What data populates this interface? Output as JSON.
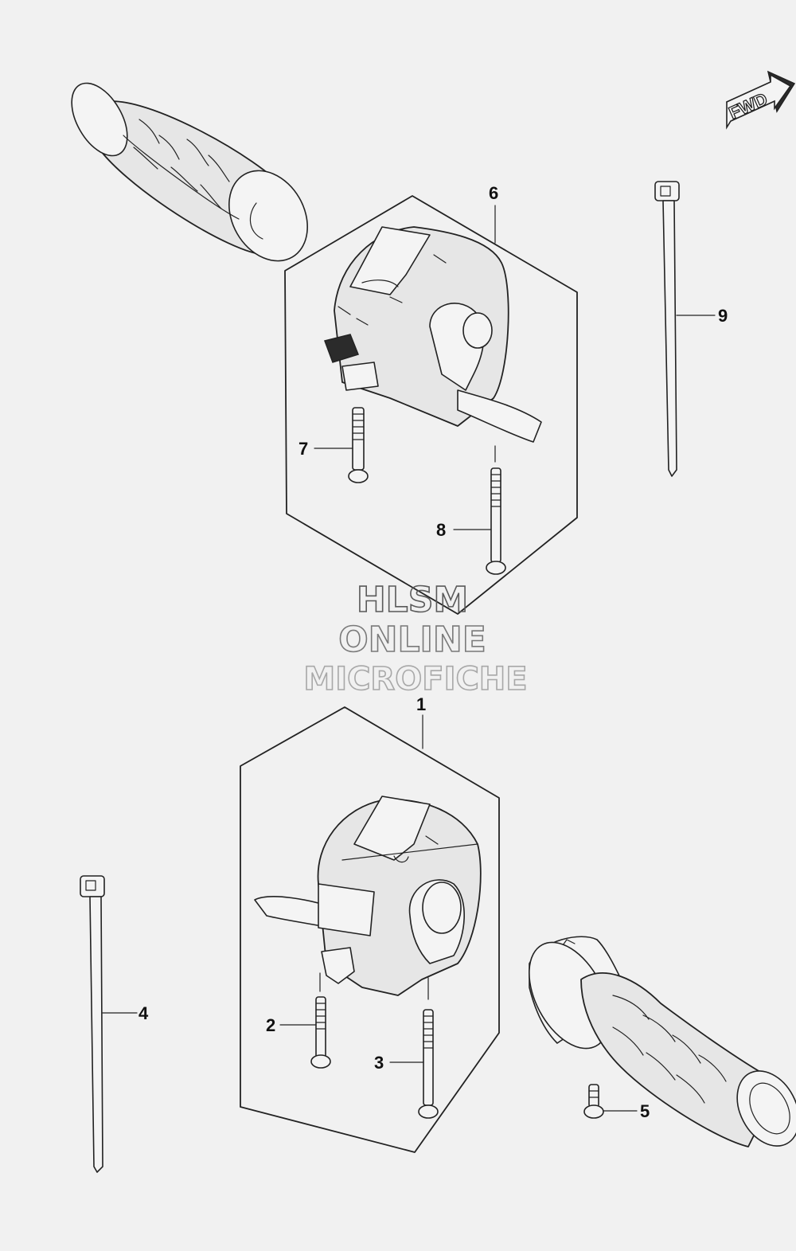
{
  "fwd_label": "FWD",
  "callouts": {
    "c1": "1",
    "c2": "2",
    "c3": "3",
    "c4": "4",
    "c5": "5",
    "c6": "6",
    "c7": "7",
    "c8": "8",
    "c9": "9"
  },
  "watermark": {
    "line1": "HLSM",
    "line2": "ONLINE",
    "line3": "MICROFICHE"
  },
  "colors": {
    "background": "#f1f1f1",
    "line": "#222222",
    "part_fill": "#e6e6e6",
    "watermark": "#9a9a9a"
  }
}
